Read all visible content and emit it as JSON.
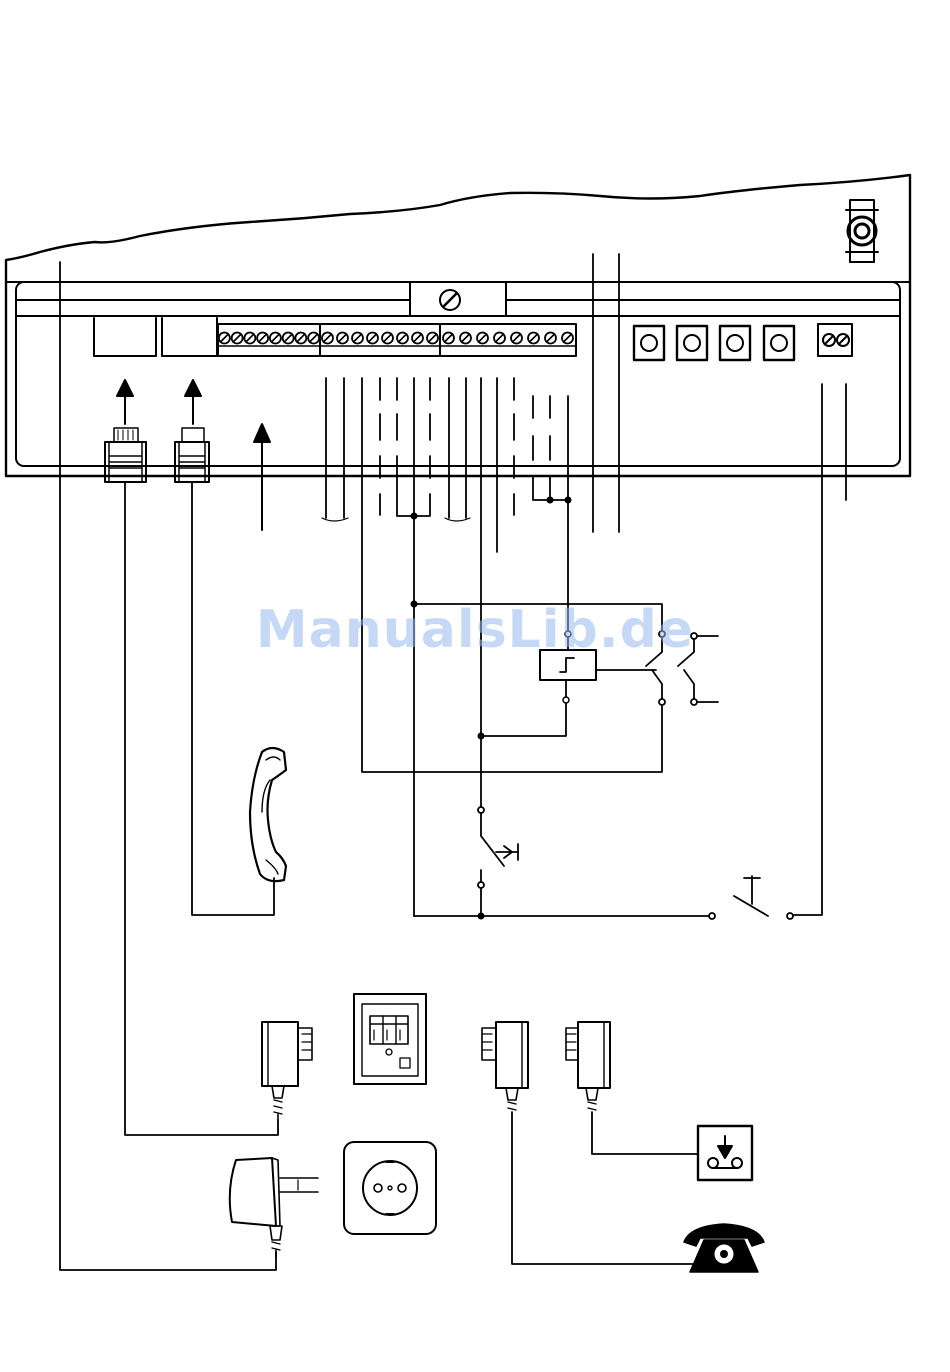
{
  "watermark": {
    "text": "ManualsLib.de",
    "color": "#96b9f0"
  },
  "colors": {
    "line": "#000000",
    "background": "#ffffff"
  },
  "device": {
    "jacks": [
      "rj-jack-left",
      "rj-jack-right"
    ],
    "terminal_blocks": 3,
    "terminals_per_block": 8,
    "buttons": 4,
    "right_terminals": 2
  },
  "components": {
    "handset": "handset-icon",
    "tae_socket": "tae-socket-icon",
    "power_socket": "power-socket-icon",
    "power_adapter": "power-adapter-icon",
    "answering_machine": "answering-machine-icon",
    "telephone": "telephone-icon",
    "relay": "relay-icon",
    "switches": [
      "door-switch-icon",
      "pushbutton-icon"
    ]
  }
}
